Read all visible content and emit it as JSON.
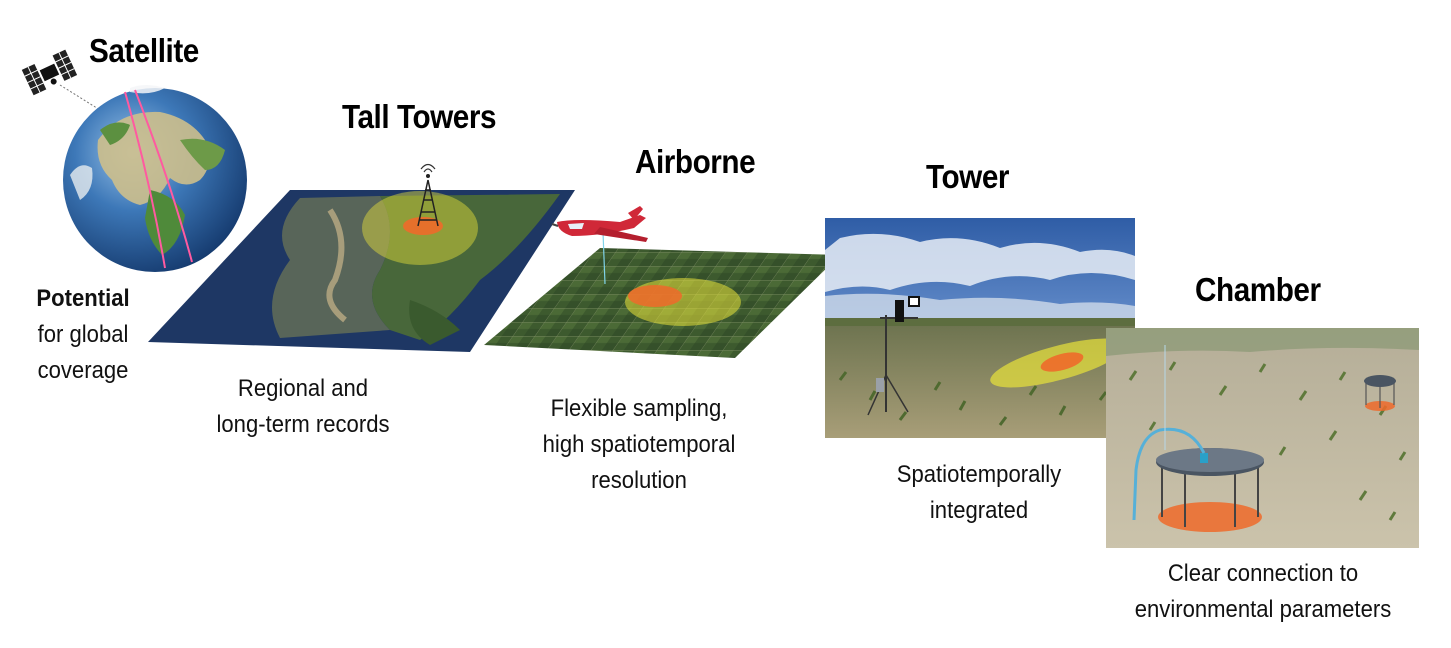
{
  "colors": {
    "ocean": "#2e6aa8",
    "land_green": "#4f8a3a",
    "land_tan": "#cfc190",
    "footprint_outer": "#e8e23a",
    "footprint_inner": "#ee6a2a",
    "orbit_track": "#ff5aa0",
    "plane_body": "#d02838",
    "sky": "#3f6bb0",
    "field": "#8d8e66"
  },
  "sections": {
    "satellite": {
      "title": "Satellite",
      "desc_bold": "Potential",
      "desc_lines": [
        "for global",
        "coverage"
      ]
    },
    "tall_towers": {
      "title": "Tall Towers",
      "desc_lines": [
        "Regional and",
        "long-term records"
      ]
    },
    "airborne": {
      "title": "Airborne",
      "desc_lines": [
        "Flexible sampling,",
        "high spatiotemporal",
        "resolution"
      ]
    },
    "tower": {
      "title": "Tower",
      "desc_lines": [
        "Spatiotemporally",
        "integrated"
      ]
    },
    "chamber": {
      "title": "Chamber",
      "desc_lines": [
        "Clear connection to",
        "environmental parameters"
      ]
    }
  }
}
